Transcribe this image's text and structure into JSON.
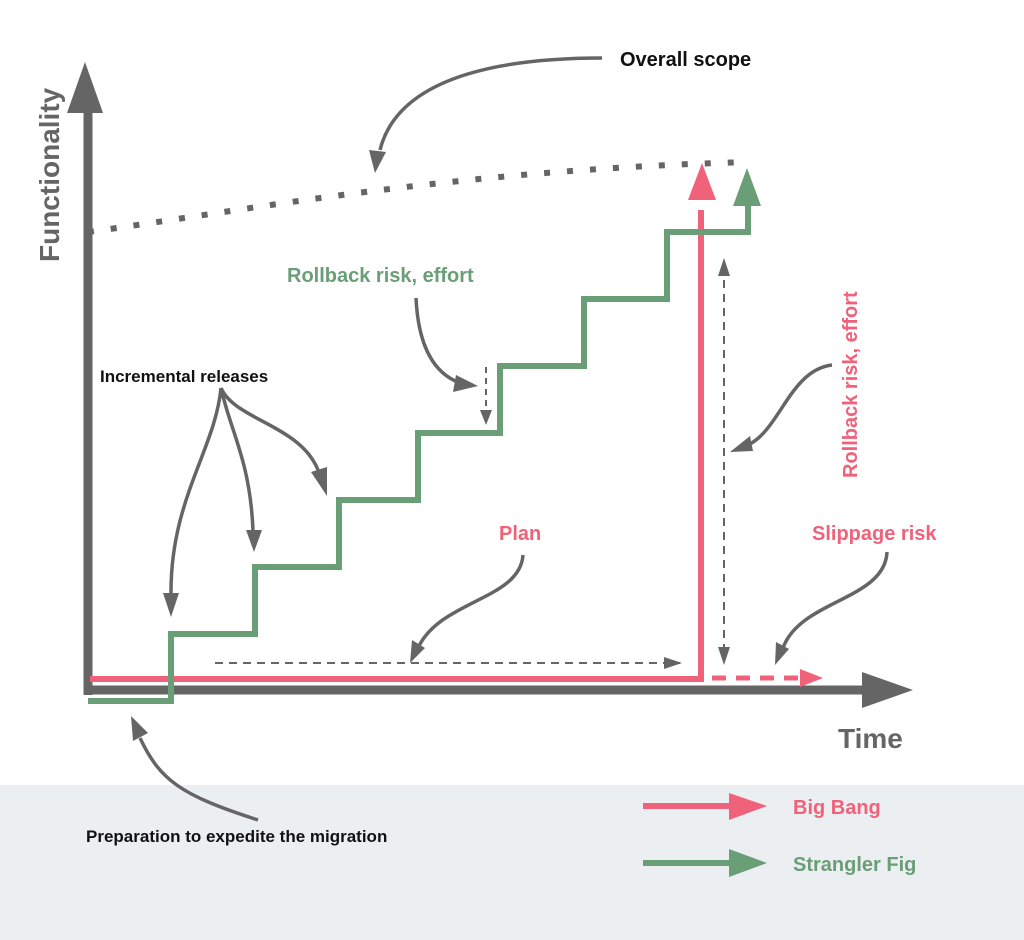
{
  "colors": {
    "axis": "#656565",
    "big_bang": "#F0627A",
    "strangler_fig": "#6A9E77",
    "text_dark": "#111111",
    "footer_background": "#ECEFF2"
  },
  "axes": {
    "y_label": "Functionality",
    "x_label": "Time"
  },
  "annotations": {
    "overall_scope": "Overall scope",
    "rollback_strangler": "Rollback risk, effort",
    "incremental_releases": "Incremental releases",
    "plan": "Plan",
    "rollback_big_bang": "Rollback risk, effort",
    "slippage_risk": "Slippage risk",
    "preparation": "Preparation to expedite the migration"
  },
  "legend": [
    {
      "label": "Big Bang",
      "color_key": "big_bang"
    },
    {
      "label": "Strangler Fig",
      "color_key": "strangler_fig"
    }
  ],
  "series": {
    "strangler_fig": {
      "description": "Incremental staircase of releases",
      "steps": 7
    },
    "big_bang": {
      "description": "Flat until single release at end"
    }
  }
}
